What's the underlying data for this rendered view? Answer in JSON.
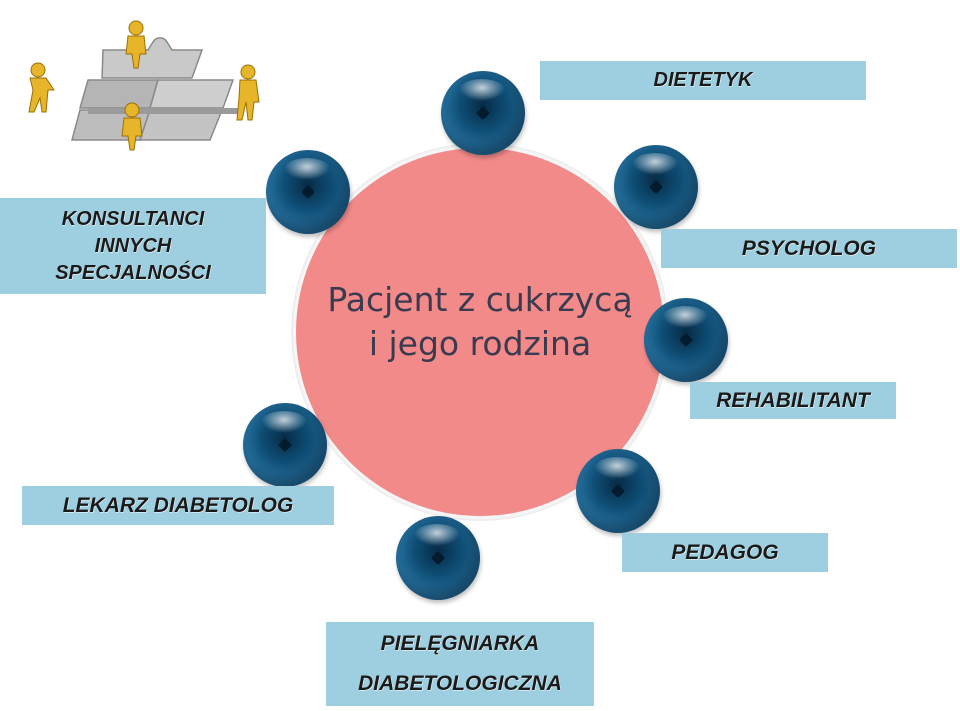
{
  "center": {
    "line1": "Pacjent z cukrzycą",
    "line2": "i jego rodzina"
  },
  "roles": {
    "dietetyk": "DIETETYK",
    "psycholog": "PSYCHOLOG",
    "rehabilitant": "REHABILITANT",
    "pedagog": "PEDAGOG",
    "pielegniarka_line1": "PIELĘGNIARKA",
    "pielegniarka_line2": "DIABETOLOGICZNA",
    "lekarz": "LEKARZ DIABETOLOG",
    "konsultanci_line1": "KONSULTANCI",
    "konsultanci_line2": "INNYCH",
    "konsultanci_line3": "SPECJALNOŚCI"
  },
  "colors": {
    "center_fill": "#f38a8a",
    "label_fill": "#9ecfe0",
    "ball": "#1f6a97"
  },
  "decor": {
    "image": "puzzle-team-clipart"
  }
}
